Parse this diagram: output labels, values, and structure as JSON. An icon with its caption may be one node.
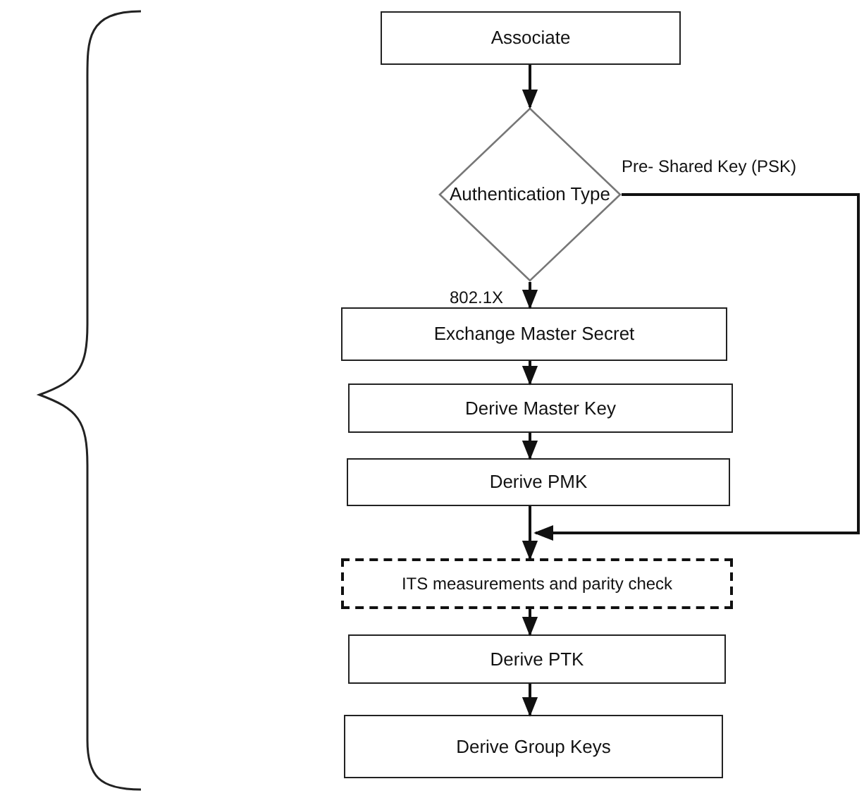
{
  "diagram": {
    "nodes": [
      {
        "text": [
          "Associate"
        ]
      },
      {
        "text": [
          "Authentication Type"
        ]
      },
      {
        "text": [
          "Exchange Master Secret"
        ]
      },
      {
        "text": [
          "Derive Master Key"
        ]
      },
      {
        "text": [
          "Derive PMK"
        ]
      },
      {
        "text": [
          "ITS measurements and parity check"
        ]
      },
      {
        "text": [
          "Derive PTK"
        ]
      },
      {
        "text": [
          "Derive Group Keys"
        ]
      }
    ],
    "edges": [
      {
        "from": 0,
        "to": 1,
        "arrow": "to"
      },
      {
        "from": 1,
        "to": 2,
        "arrow": "to",
        "label": "802.1X"
      },
      {
        "from": 2,
        "to": 3,
        "arrow": "to"
      },
      {
        "from": 3,
        "to": 4,
        "arrow": "to"
      },
      {
        "from": 4,
        "to": 5,
        "arrow": "to"
      },
      {
        "from": 1,
        "to": 5,
        "arrow": "to",
        "label": "Pre- Shared Key (PSK)"
      },
      {
        "from": 5,
        "to": 6,
        "arrow": "to"
      },
      {
        "from": 6,
        "to": 7,
        "arrow": "to"
      }
    ]
  }
}
